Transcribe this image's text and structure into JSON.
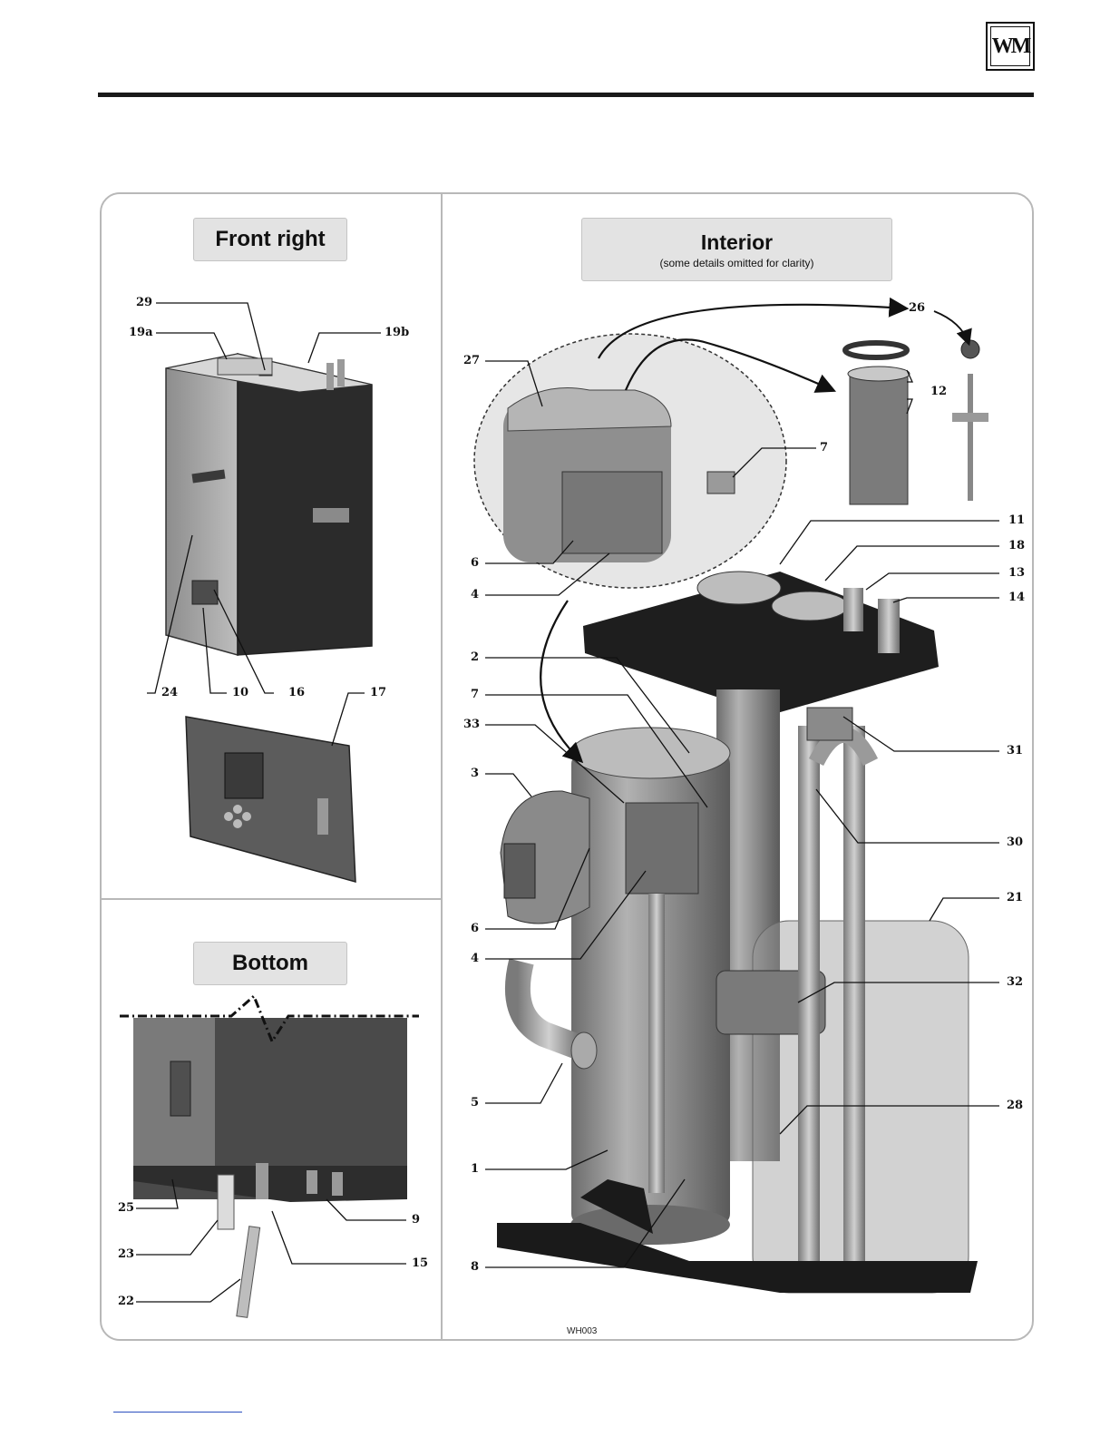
{
  "header": {
    "logo_text": "WM"
  },
  "panels": {
    "front_right": {
      "title": "Front right"
    },
    "bottom": {
      "title": "Bottom"
    },
    "interior": {
      "title": "Interior",
      "subtitle": "(some details omitted for clarity)"
    }
  },
  "callouts": {
    "front_right": [
      "29",
      "19a",
      "19b",
      "24",
      "10",
      "16",
      "17"
    ],
    "bottom": [
      "25",
      "23",
      "22",
      "9",
      "15"
    ],
    "interior": [
      "26",
      "27",
      "12",
      "7",
      "6",
      "4",
      "11",
      "18",
      "13",
      "14",
      "2",
      "7",
      "33",
      "3",
      "31",
      "30",
      "21",
      "6",
      "4",
      "32",
      "5",
      "28",
      "1",
      "8"
    ]
  },
  "figure_id": "WH003",
  "colors": {
    "rule": "#1a1a1a",
    "frame": "#b8b8b8",
    "title_bg": "#e3e3e3",
    "link": "#2b4fbf"
  }
}
